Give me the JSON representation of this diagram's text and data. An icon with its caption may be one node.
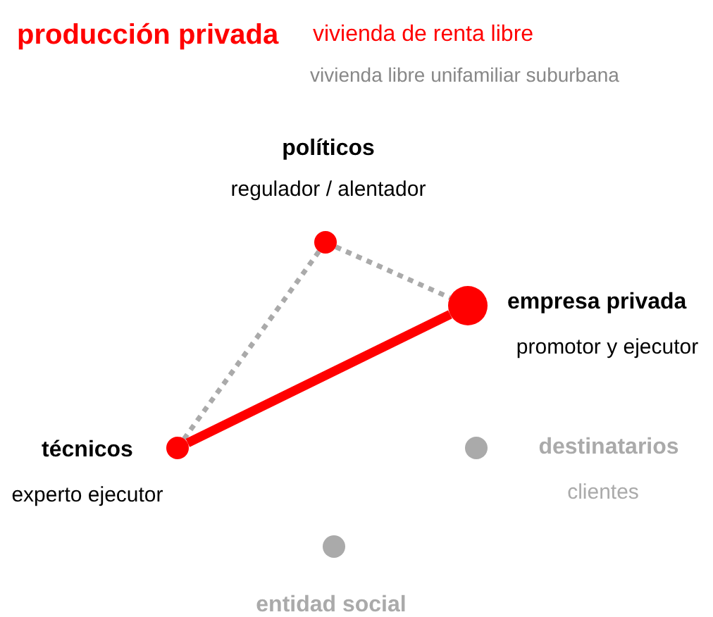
{
  "diagram": {
    "title": "producción privada",
    "nodes": [
      {
        "text": [
          "políticos",
          "regulador / alentador"
        ]
      },
      {
        "text": [
          "empresa privada",
          "promotor y ejecutor"
        ]
      },
      {
        "text": [
          "técnicos",
          "experto ejecutor"
        ]
      },
      {
        "text": [
          "destinatarios",
          "clientes"
        ]
      },
      {
        "text": [
          "entidad social"
        ]
      }
    ],
    "edges": [
      {
        "from": 0,
        "to": 1,
        "arrow": "none",
        "style": "dashed"
      },
      {
        "from": 0,
        "to": 2,
        "arrow": "none",
        "style": "dashed"
      },
      {
        "from": 2,
        "to": 1,
        "arrow": "none",
        "style": "thick",
        "color": "#ff0000"
      }
    ],
    "labels": [
      "vivienda de renta libre",
      "vivienda libre unifamiliar suburbana"
    ]
  }
}
